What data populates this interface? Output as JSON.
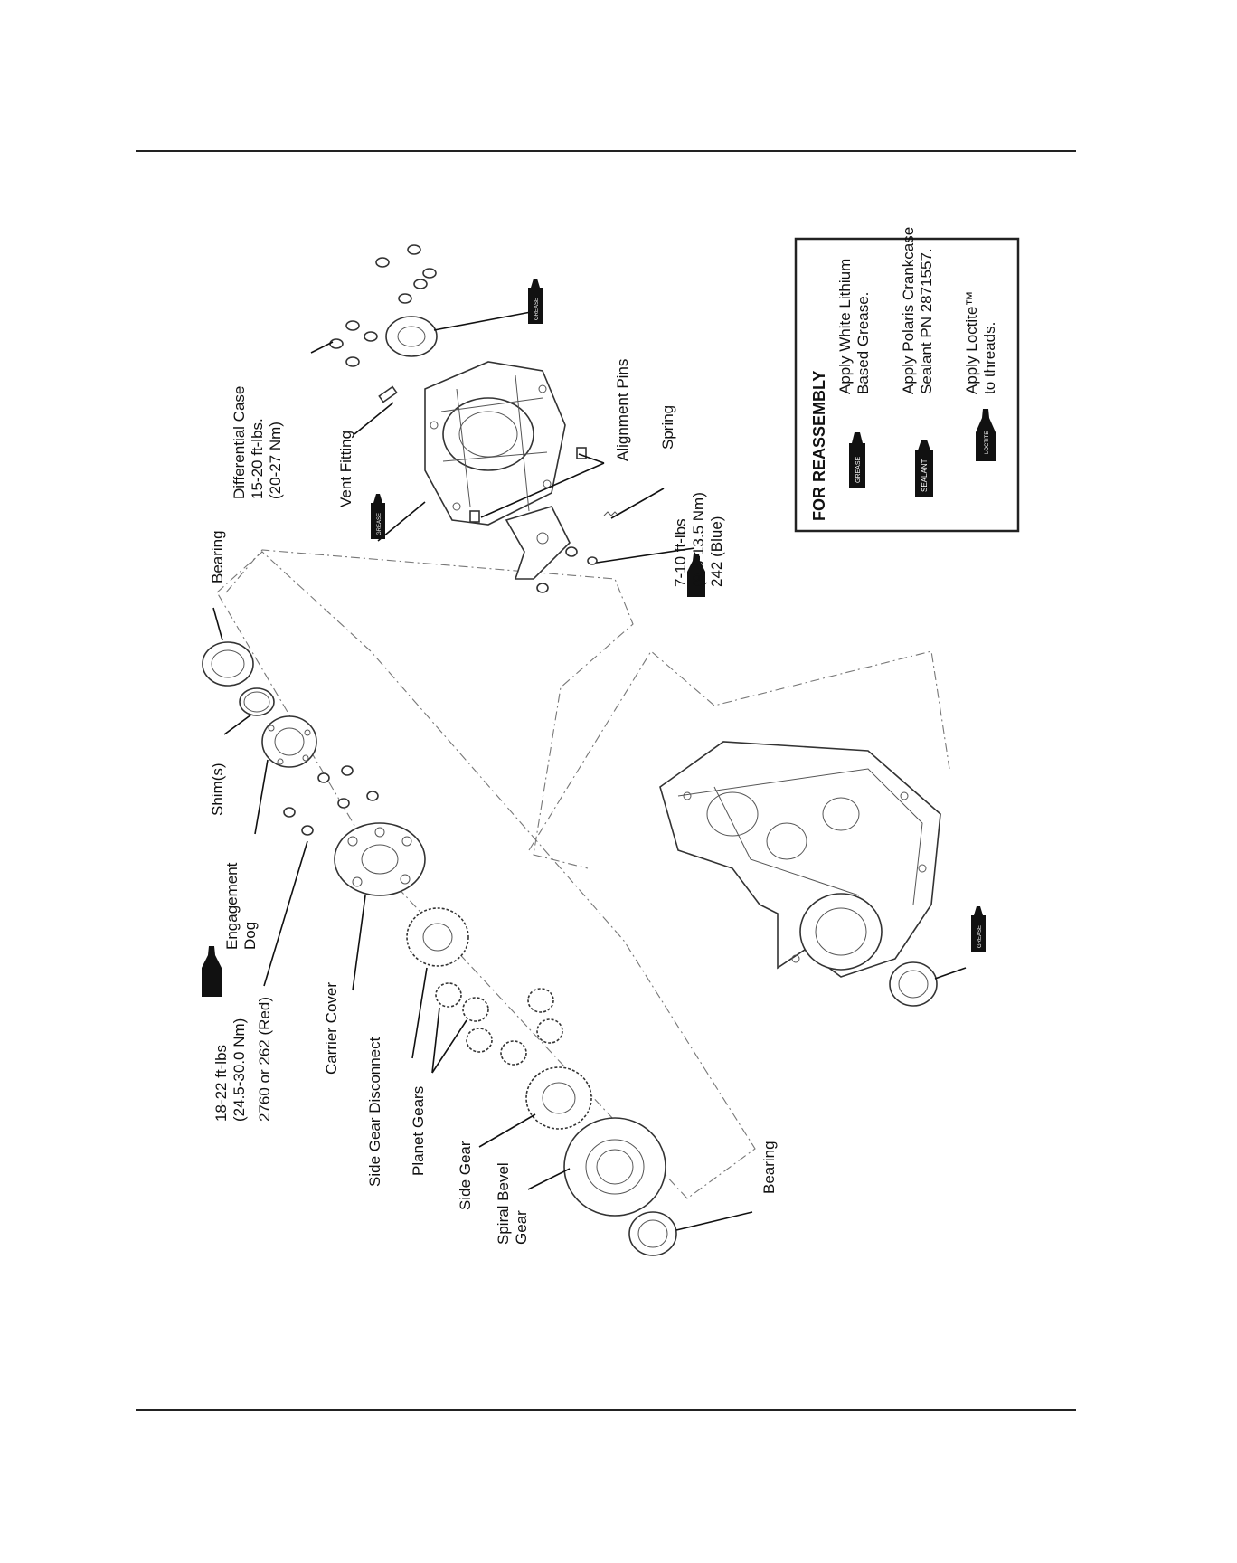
{
  "labels": {
    "differential_case": [
      "Differential Case",
      "15-20 ft-lbs.",
      "(20-27 Nm)"
    ],
    "vent_fitting": "Vent Fitting",
    "bearing_top": "Bearing",
    "alignment_pins": "Alignment Pins",
    "spring": "Spring",
    "fastener_7_10": [
      "7-10 ft-lbs",
      "(9.5-13.5 Nm)",
      "242 (Blue)"
    ],
    "shims": "Shim(s)",
    "engagement_dog": [
      "Engagement",
      "Dog"
    ],
    "fastener_18_22": [
      "18-22 ft-lbs",
      "(24.5-30.0 Nm)",
      "2760 or 262 (Red)"
    ],
    "carrier_cover": "Carrier Cover",
    "side_gear_disconnect": "Side Gear Disconnect",
    "planet_gears": "Planet Gears",
    "side_gear": "Side Gear",
    "spiral_bevel_gear": [
      "Spiral Bevel",
      "Gear"
    ],
    "bearing_bottom": "Bearing"
  },
  "legend": {
    "title": "FOR REASSEMBLY",
    "grease": [
      "Apply White Lithium",
      "Based Grease."
    ],
    "sealant": [
      "Apply Polaris Crankcase",
      "Sealant PN 2871557."
    ],
    "loctite": [
      "Apply Loctite™",
      "to threads."
    ]
  },
  "icons": {
    "grease_tube_text": "GREASE",
    "sealant_tube_text": "SEALANT",
    "loctite_bottle_text": "LOCTITE"
  }
}
